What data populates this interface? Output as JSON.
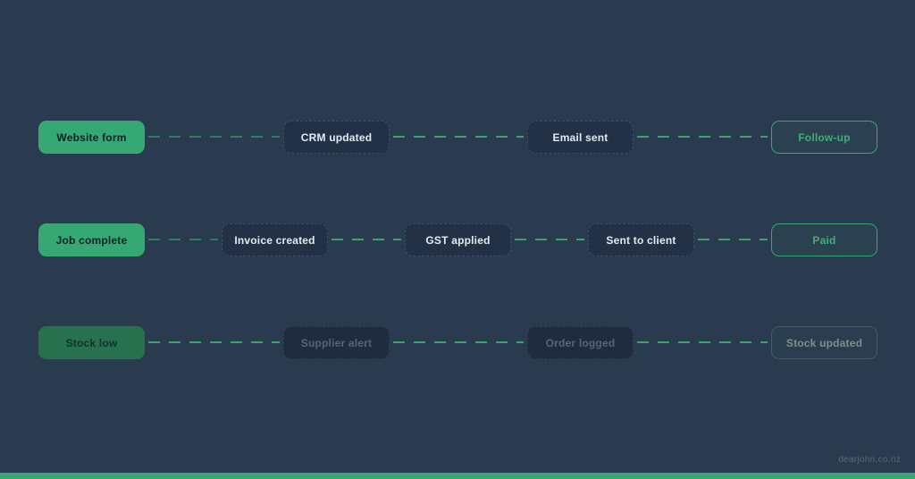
{
  "footer": {
    "watermark": "dearjohn.co.nz"
  },
  "colors": {
    "background": "#121b26",
    "grid_dot": "#2b3b4f",
    "trigger_green": "#36a873",
    "trigger_green_muted": "#27714e",
    "step_node_bg": "#233147",
    "step_node_text": "#e3eaf2",
    "step_node_muted_text": "#54657a",
    "outcome_green": "#3db078",
    "connector_green": "#3aa46c",
    "connector_dim": "#2c7f65",
    "bottom_bar": "#36a873",
    "watermark_text": "#566879"
  },
  "flows": [
    {
      "id": "website-lead-flow",
      "nodes": [
        {
          "label": "Website form",
          "type": "trigger"
        },
        {
          "label": "CRM updated",
          "type": "step"
        },
        {
          "label": "Email sent",
          "type": "step"
        },
        {
          "label": "Follow-up",
          "type": "outcome"
        }
      ]
    },
    {
      "id": "invoice-flow",
      "nodes": [
        {
          "label": "Job complete",
          "type": "trigger"
        },
        {
          "label": "Invoice created",
          "type": "step"
        },
        {
          "label": "GST applied",
          "type": "step"
        },
        {
          "label": "Sent to client",
          "type": "step"
        },
        {
          "label": "Paid",
          "type": "outcome"
        }
      ]
    },
    {
      "id": "stock-flow",
      "muted": true,
      "nodes": [
        {
          "label": "Stock low",
          "type": "trigger"
        },
        {
          "label": "Supplier alert",
          "type": "step"
        },
        {
          "label": "Order logged",
          "type": "step"
        },
        {
          "label": "Stock updated",
          "type": "outcome"
        }
      ]
    }
  ]
}
